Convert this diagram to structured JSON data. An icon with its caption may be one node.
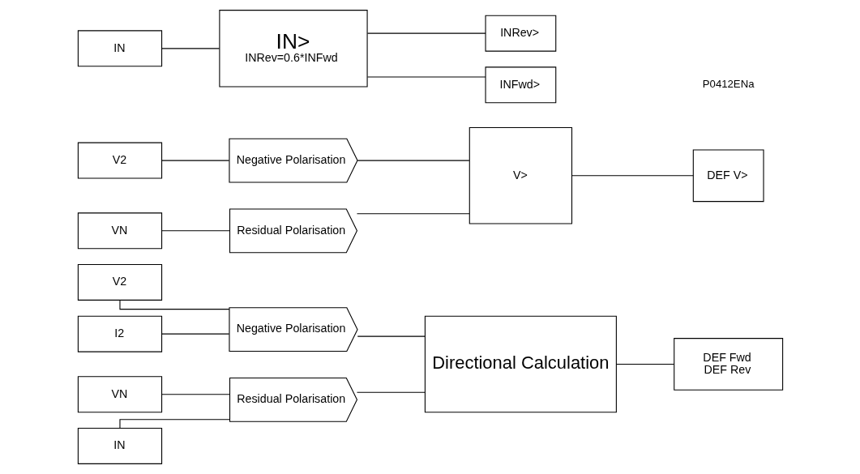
{
  "diagram": {
    "nodes": [
      {
        "text": [
          "V2"
        ]
      },
      {
        "text": [
          "I2"
        ]
      },
      {
        "text": [
          "VN"
        ]
      },
      {
        "text": [
          "IN"
        ]
      },
      {
        "text": [
          "Negative Polarisation"
        ]
      },
      {
        "text": [
          "Residual Polarisation"
        ]
      },
      {
        "text": [
          "Directional Calculation"
        ]
      },
      {
        "text": [
          "DEF Fwd",
          "DEF Rev"
        ]
      },
      {
        "text": [
          "V2"
        ]
      },
      {
        "text": [
          "VN"
        ]
      },
      {
        "text": [
          "Negative Polarisation"
        ]
      },
      {
        "text": [
          "Residual Polarisation"
        ]
      },
      {
        "text": [
          "V>"
        ]
      },
      {
        "text": [
          "DEF V>"
        ]
      },
      {
        "text": [
          "IN"
        ]
      },
      {
        "text": [
          "IN>",
          "INRev=0.6*INFwd"
        ]
      },
      {
        "text": [
          "INRev>"
        ]
      },
      {
        "text": [
          "INFwd>"
        ]
      }
    ],
    "edges": [
      {
        "from": 0,
        "to": 4,
        "arrow": "none"
      },
      {
        "from": 1,
        "to": 4,
        "arrow": "none"
      },
      {
        "from": 2,
        "to": 5,
        "arrow": "none"
      },
      {
        "from": 3,
        "to": 5,
        "arrow": "none"
      },
      {
        "from": 4,
        "to": 6,
        "arrow": "none"
      },
      {
        "from": 5,
        "to": 6,
        "arrow": "none"
      },
      {
        "from": 6,
        "to": 7,
        "arrow": "none"
      },
      {
        "from": 8,
        "to": 10,
        "arrow": "none"
      },
      {
        "from": 9,
        "to": 11,
        "arrow": "none"
      },
      {
        "from": 10,
        "to": 12,
        "arrow": "none"
      },
      {
        "from": 11,
        "to": 12,
        "arrow": "none"
      },
      {
        "from": 12,
        "to": 13,
        "arrow": "none"
      },
      {
        "from": 14,
        "to": 15,
        "arrow": "none"
      },
      {
        "from": 15,
        "to": 16,
        "arrow": "none"
      },
      {
        "from": 15,
        "to": 17,
        "arrow": "none"
      }
    ],
    "labels": [
      "P0412ENa"
    ]
  }
}
